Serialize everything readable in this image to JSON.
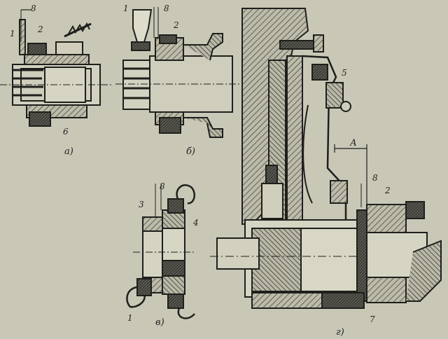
{
  "figure": {
    "panels": [
      {
        "id": "a",
        "caption": "а)",
        "numbers": [
          "1",
          "2",
          "6",
          "8"
        ]
      },
      {
        "id": "b",
        "caption": "б)",
        "numbers": [
          "1",
          "2",
          "8"
        ]
      },
      {
        "id": "v",
        "caption": "в)",
        "numbers": [
          "1",
          "3",
          "4",
          "8"
        ]
      },
      {
        "id": "g",
        "caption": "г)",
        "numbers": [
          "2",
          "5",
          "7",
          "8"
        ],
        "dimension_label": "А"
      }
    ]
  }
}
